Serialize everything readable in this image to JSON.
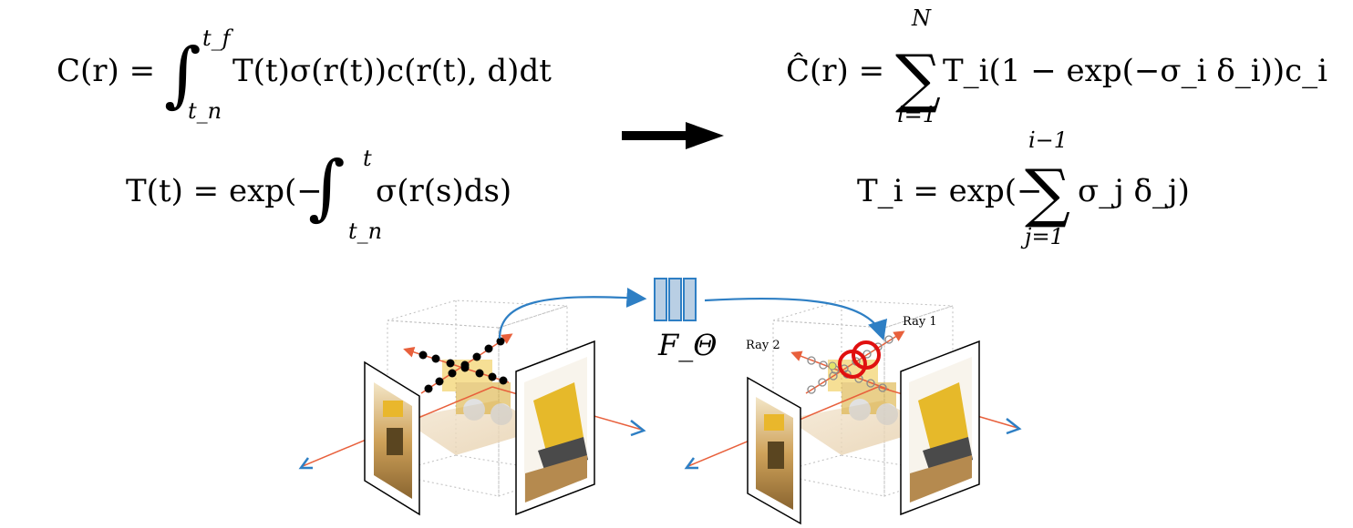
{
  "equations": {
    "continuous_color": {
      "lhs": "C(r) = ",
      "integral_upper": "t_f",
      "integral_lower": "t_n",
      "integrand": "T(t)σ(r(t))c(r(t), d)dt"
    },
    "continuous_transmittance": {
      "lhs": "T(t) = exp(−",
      "integral_upper": "t",
      "integral_lower": "t_n",
      "integrand": "σ(r(s)ds)"
    },
    "discrete_color": {
      "lhs": "Ĉ(r) = ",
      "sum_upper": "N",
      "sum_lower": "i=1",
      "summand": "T_i(1 − exp(−σ_i δ_i))c_i"
    },
    "discrete_transmittance": {
      "lhs": "T_i = exp(−",
      "sum_upper": "i−1",
      "sum_lower": "j=1",
      "summand": "σ_j δ_j)"
    }
  },
  "network_label": "F_Θ",
  "ray_labels": {
    "ray1": "Ray 1",
    "ray2": "Ray 2"
  },
  "colors": {
    "ray": "#e8603c",
    "network_arrow": "#2e7fc4",
    "axis_arrow": "#2e7fc4",
    "network_block": "#b9cfe4",
    "circle": "#e01010",
    "sample_dot": "#000000"
  }
}
